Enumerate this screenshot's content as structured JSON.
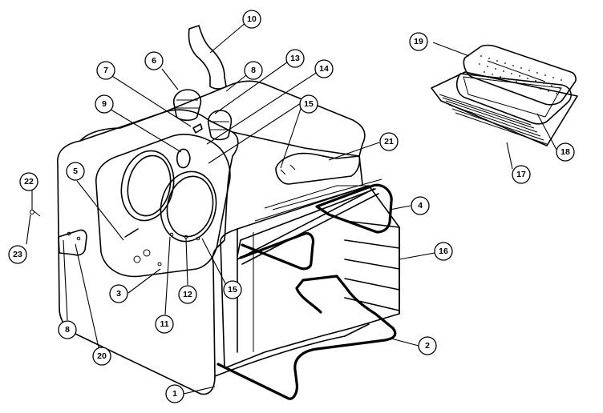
{
  "callouts": [
    {
      "id": "c1",
      "label": "1"
    },
    {
      "id": "c2",
      "label": "2"
    },
    {
      "id": "c3",
      "label": "3"
    },
    {
      "id": "c4",
      "label": "4"
    },
    {
      "id": "c5",
      "label": "5"
    },
    {
      "id": "c6",
      "label": "6"
    },
    {
      "id": "c7",
      "label": "7"
    },
    {
      "id": "c8",
      "label": "8"
    },
    {
      "id": "c8b",
      "label": "8"
    },
    {
      "id": "c9",
      "label": "9"
    },
    {
      "id": "c10",
      "label": "10"
    },
    {
      "id": "c11",
      "label": "11"
    },
    {
      "id": "c12",
      "label": "12"
    },
    {
      "id": "c13",
      "label": "13"
    },
    {
      "id": "c14",
      "label": "14"
    },
    {
      "id": "c15",
      "label": "15"
    },
    {
      "id": "c15b",
      "label": "15"
    },
    {
      "id": "c16",
      "label": "16"
    },
    {
      "id": "c17",
      "label": "17"
    },
    {
      "id": "c18",
      "label": "18"
    },
    {
      "id": "c19",
      "label": "19"
    },
    {
      "id": "c20",
      "label": "20"
    },
    {
      "id": "c21",
      "label": "21"
    },
    {
      "id": "c22",
      "label": "22"
    },
    {
      "id": "c23",
      "label": "23"
    }
  ]
}
